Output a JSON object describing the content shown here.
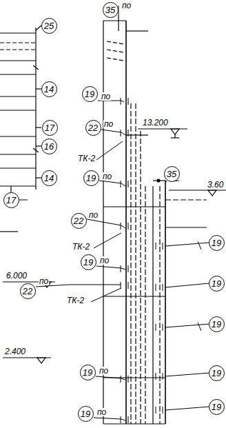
{
  "diagram": {
    "nodes": [
      {
        "text": [
          "35"
        ]
      },
      {
        "text": [
          "25"
        ]
      },
      {
        "text": [
          "14"
        ]
      },
      {
        "text": [
          "19"
        ]
      },
      {
        "text": [
          "17"
        ]
      },
      {
        "text": [
          "22"
        ]
      },
      {
        "text": [
          "16"
        ]
      },
      {
        "text": [
          "14"
        ]
      },
      {
        "text": [
          "19"
        ]
      },
      {
        "text": [
          "35"
        ]
      },
      {
        "text": [
          "17"
        ]
      },
      {
        "text": [
          "22"
        ]
      },
      {
        "text": [
          "19"
        ]
      },
      {
        "text": [
          "19"
        ]
      },
      {
        "text": [
          "19"
        ]
      },
      {
        "text": [
          "22"
        ]
      },
      {
        "text": [
          "19"
        ]
      },
      {
        "text": [
          "19"
        ]
      },
      {
        "text": [
          "19"
        ]
      },
      {
        "text": [
          "19"
        ]
      },
      {
        "text": [
          "19"
        ]
      }
    ],
    "labels": [
      "по",
      "по",
      "13.200",
      "по",
      "ТК-2",
      "по",
      "3.60",
      "по",
      "ТК-2",
      "по",
      "6.000",
      "по",
      "ТК-2",
      "2.400",
      "по",
      "по"
    ]
  }
}
